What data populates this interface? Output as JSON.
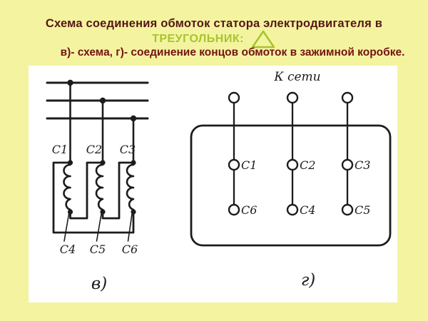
{
  "header": {
    "title": "Схема соединения обмоток статора электродвигателя в",
    "connection_word": "ТРЕУГОЛЬНИК:",
    "delta_symbol_icon": "triangle-outline",
    "subtitle": "в)- схема,  г)- соединение концов обмоток в зажимной коробке."
  },
  "panel": {
    "left_diagram": {
      "caption": "в)",
      "start_terminals": [
        "С1",
        "С2",
        "С3"
      ],
      "end_terminals": [
        "С4",
        "С5",
        "С6"
      ]
    },
    "right_diagram": {
      "caption": "г)",
      "network_label": "К сети",
      "top_row_terminals": [
        "С1",
        "С2",
        "С3"
      ],
      "bottom_row_terminals": [
        "С6",
        "С4",
        "С5"
      ]
    }
  },
  "colors": {
    "background": "#f4f4a0",
    "panel": "#ffffff",
    "title_text": "#561616",
    "subtitle_text": "#731313",
    "delta_green": "#a8c32f",
    "ink": "#1c1c1c"
  }
}
